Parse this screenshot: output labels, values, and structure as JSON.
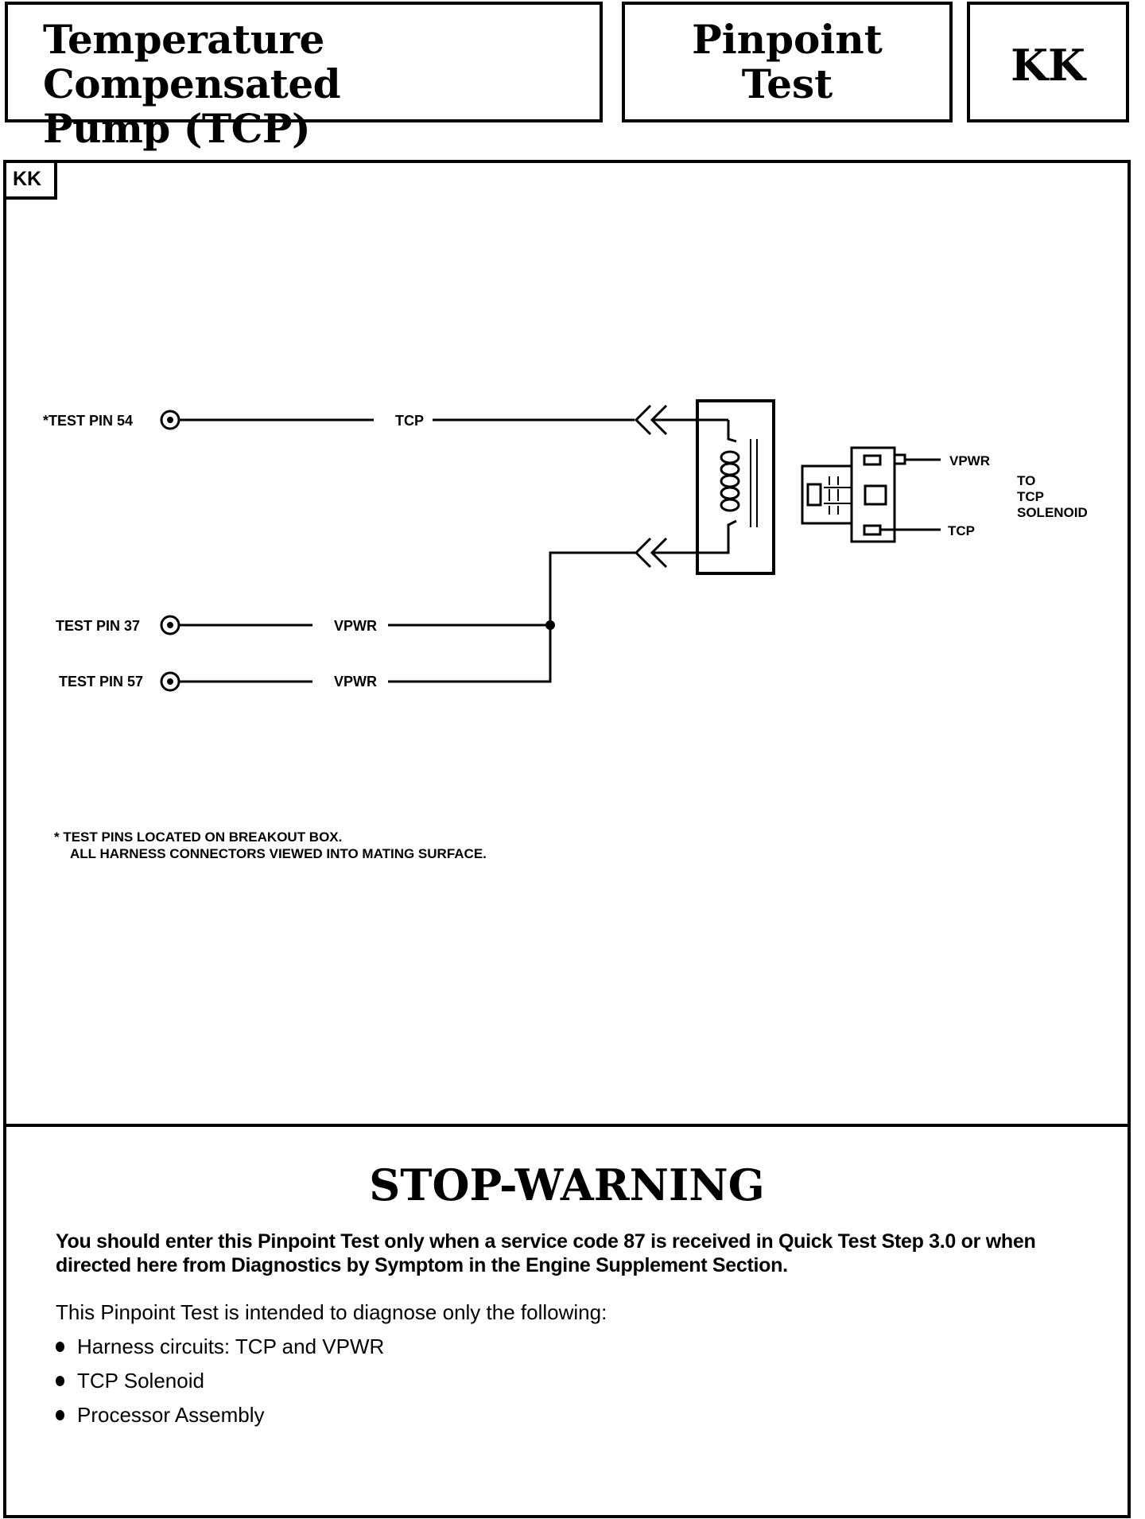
{
  "header": {
    "title_line1": "Temperature Compensated",
    "title_line2": "Pump (TCP)",
    "type_line1": "Pinpoint",
    "type_line2": "Test",
    "code": "KK"
  },
  "diagram": {
    "tag": "KK",
    "pins": [
      {
        "label": "*TEST PIN 54",
        "wire": "TCP"
      },
      {
        "label": "TEST PIN 37",
        "wire": "VPWR"
      },
      {
        "label": "TEST PIN 57",
        "wire": "VPWR"
      }
    ],
    "connector_labels": {
      "top": "VPWR",
      "bottom": "TCP"
    },
    "destination": [
      "TO",
      "TCP",
      "SOLENOID"
    ],
    "footnote_line1": "* TEST PINS LOCATED ON BREAKOUT BOX.",
    "footnote_line2": "ALL HARNESS CONNECTORS VIEWED INTO MATING SURFACE."
  },
  "warning": {
    "title": "STOP-WARNING",
    "body": "You should enter this Pinpoint Test only when a service code 87 is received in Quick Test Step 3.0 or when directed here from Diagnostics by Symptom in the Engine Supplement Section.",
    "intro": "This Pinpoint Test is intended to diagnose only the following:",
    "items": [
      "Harness circuits: TCP and VPWR",
      "TCP Solenoid",
      "Processor Assembly"
    ]
  }
}
